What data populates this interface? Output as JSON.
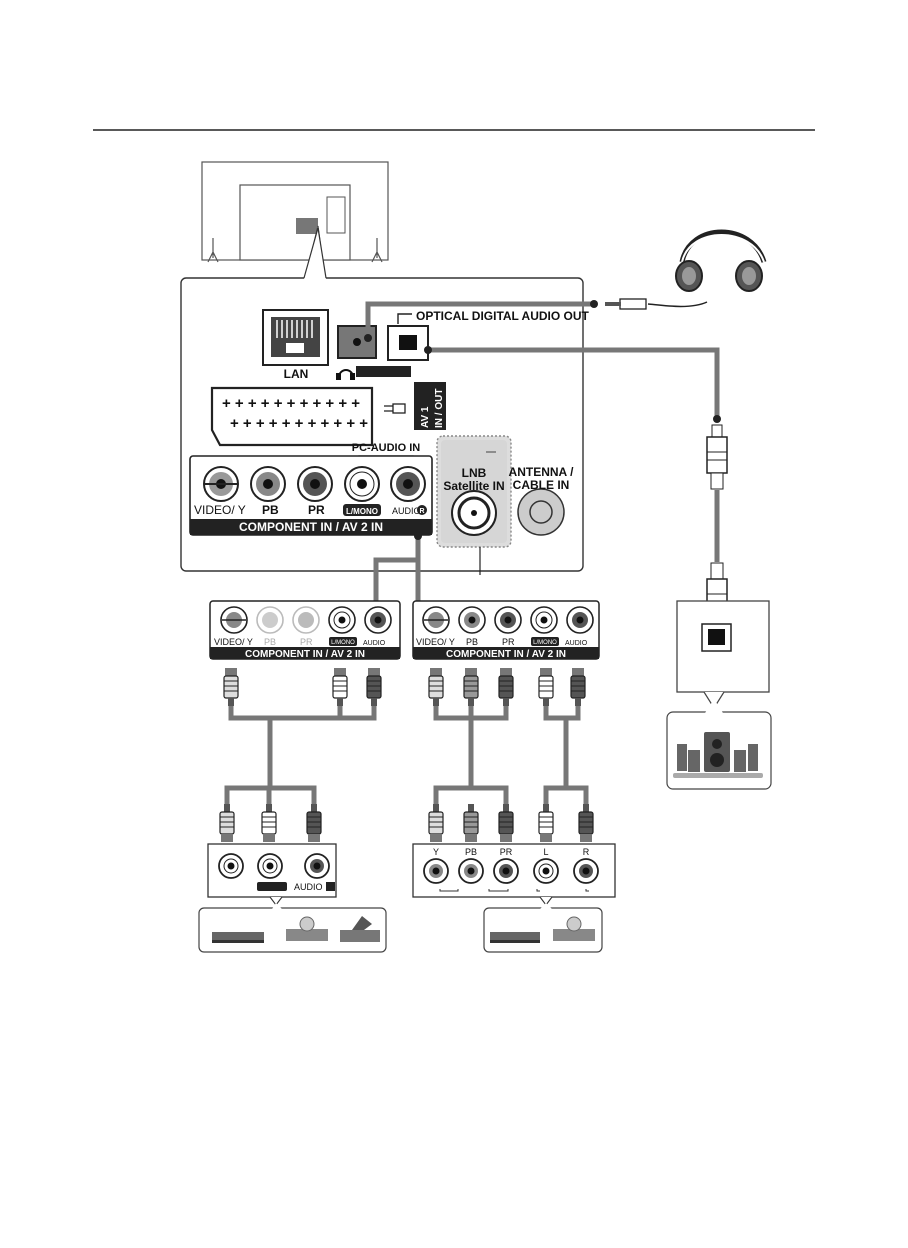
{
  "tv_panel": {
    "lan": "LAN",
    "optical_out": "OPTICAL DIGITAL AUDIO OUT",
    "av1_line1": "AV 1",
    "av1_line2": "IN / OUT",
    "pc_audio_in": "PC-AUDIO IN",
    "video_y": "VIDEO/ Y",
    "pb": "PB",
    "pr": "PR",
    "l_mono": "L/MONO",
    "audio_r": "AUDIO",
    "component_bar": "COMPONENT IN / AV 2 IN",
    "lnb_line1": "LNB",
    "lnb_line2": "Satellite IN",
    "antenna_line1": "ANTENNA /",
    "antenna_line2": "CABLE IN"
  },
  "av_panel_left": {
    "video_y": "VIDEO/ Y",
    "pb": "PB",
    "pr": "PR",
    "l_mono": "L/MONO",
    "audio_r": "AUDIO",
    "bar": "COMPONENT IN / AV 2 IN"
  },
  "av_panel_right": {
    "video_y": "VIDEO/ Y",
    "pb": "PB",
    "pr": "PR",
    "l_mono": "L/MONO",
    "audio_r": "AUDIO",
    "bar": "COMPONENT IN / AV 2 IN"
  },
  "device_left": {
    "audio": "AUDIO"
  },
  "device_right": {
    "y": "Y",
    "pb": "PB",
    "pr": "PR",
    "l": "L",
    "r": "R"
  }
}
